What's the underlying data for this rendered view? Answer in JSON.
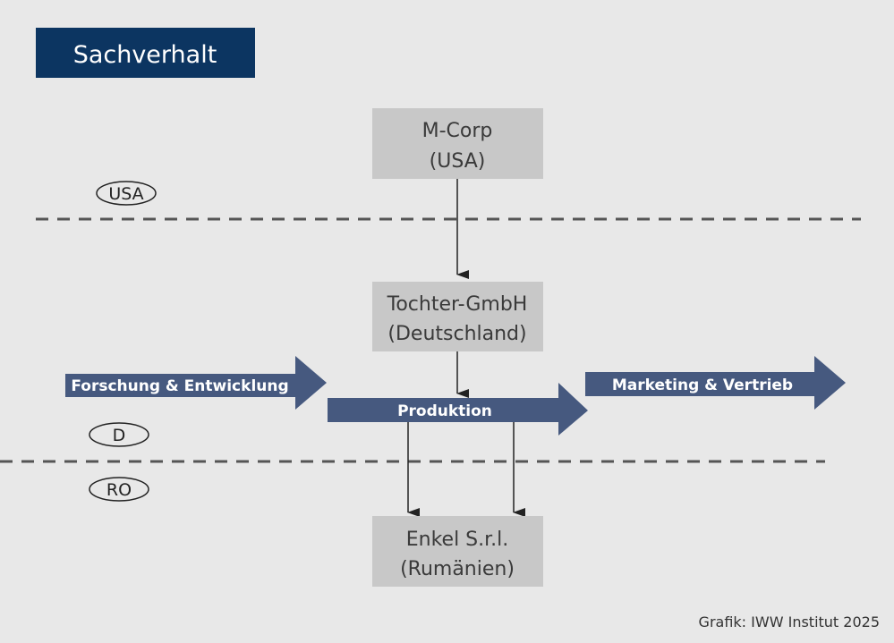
{
  "title": "Sachverhalt",
  "colors": {
    "background": "#e8e8e8",
    "title_bg": "#0c3561",
    "arrow": "#46597f",
    "box": "#c8c8c8",
    "line": "#555555"
  },
  "entities": [
    {
      "line1": "M-Corp",
      "line2": "(USA)"
    },
    {
      "line1": "Tochter-GmbH",
      "line2": "(Deutschland)"
    },
    {
      "line1": "Enkel S.r.l.",
      "line2": "(Rumänien)"
    }
  ],
  "countries": [
    "USA",
    "D",
    "RO"
  ],
  "process_arrows": [
    "Forschung & Entwicklung",
    "Produktion",
    "Marketing & Vertrieb"
  ],
  "credit": "Grafik: IWW Institut 2025"
}
